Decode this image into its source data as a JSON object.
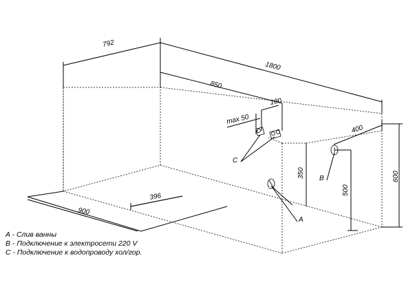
{
  "dimensions": {
    "width_792": "792",
    "length_1800": "1800",
    "d_850": "850",
    "d_100": "100",
    "d_max50": "max 50",
    "d_400": "400",
    "h_350": "350",
    "h_500": "500",
    "h_600": "600",
    "d_396": "396",
    "d_900": "900"
  },
  "markers": {
    "A": "A",
    "B": "B",
    "C": "C"
  },
  "legend": {
    "a": "A - Слив ванны",
    "b": "B - Подключение к электросети 220 V",
    "c": "C - Подключение к водопроводу хол/гор."
  }
}
